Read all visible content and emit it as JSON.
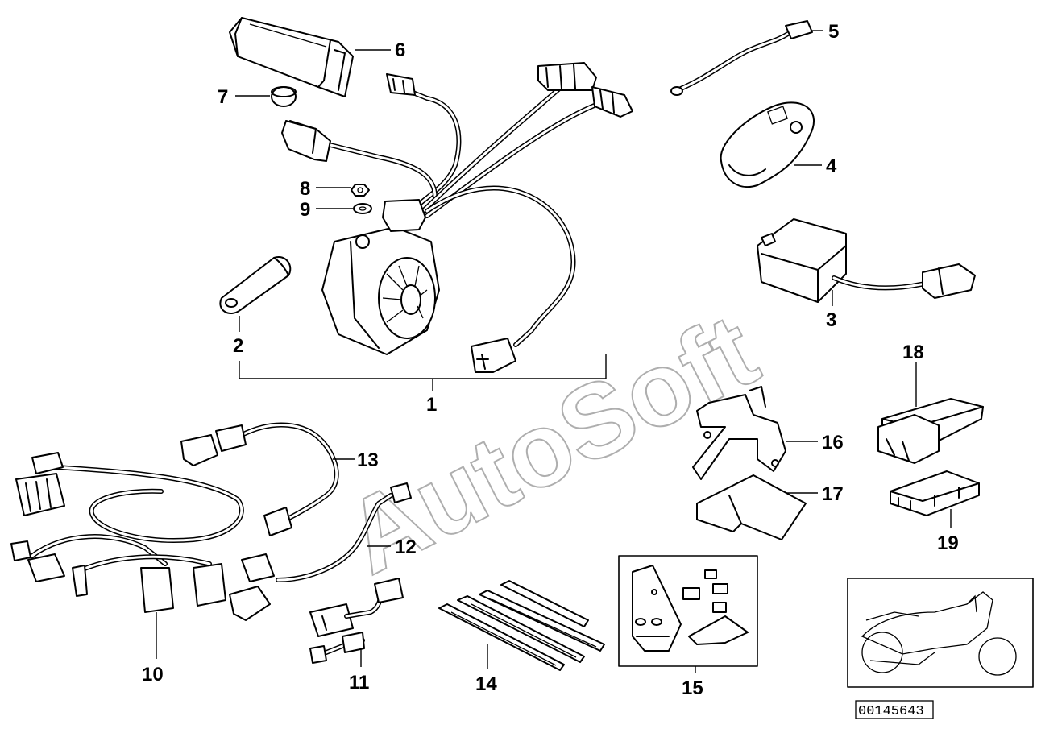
{
  "diagram": {
    "watermark": "AutoSoft",
    "reference_number": "00145643",
    "callouts": {
      "c1": "1",
      "c2": "2",
      "c3": "3",
      "c4": "4",
      "c5": "5",
      "c6": "6",
      "c7": "7",
      "c8": "8",
      "c9": "9",
      "c10": "10",
      "c11": "11",
      "c12": "12",
      "c13": "13",
      "c14": "14",
      "c15": "15",
      "c16": "16",
      "c17": "17",
      "c18": "18",
      "c19": "19"
    }
  }
}
